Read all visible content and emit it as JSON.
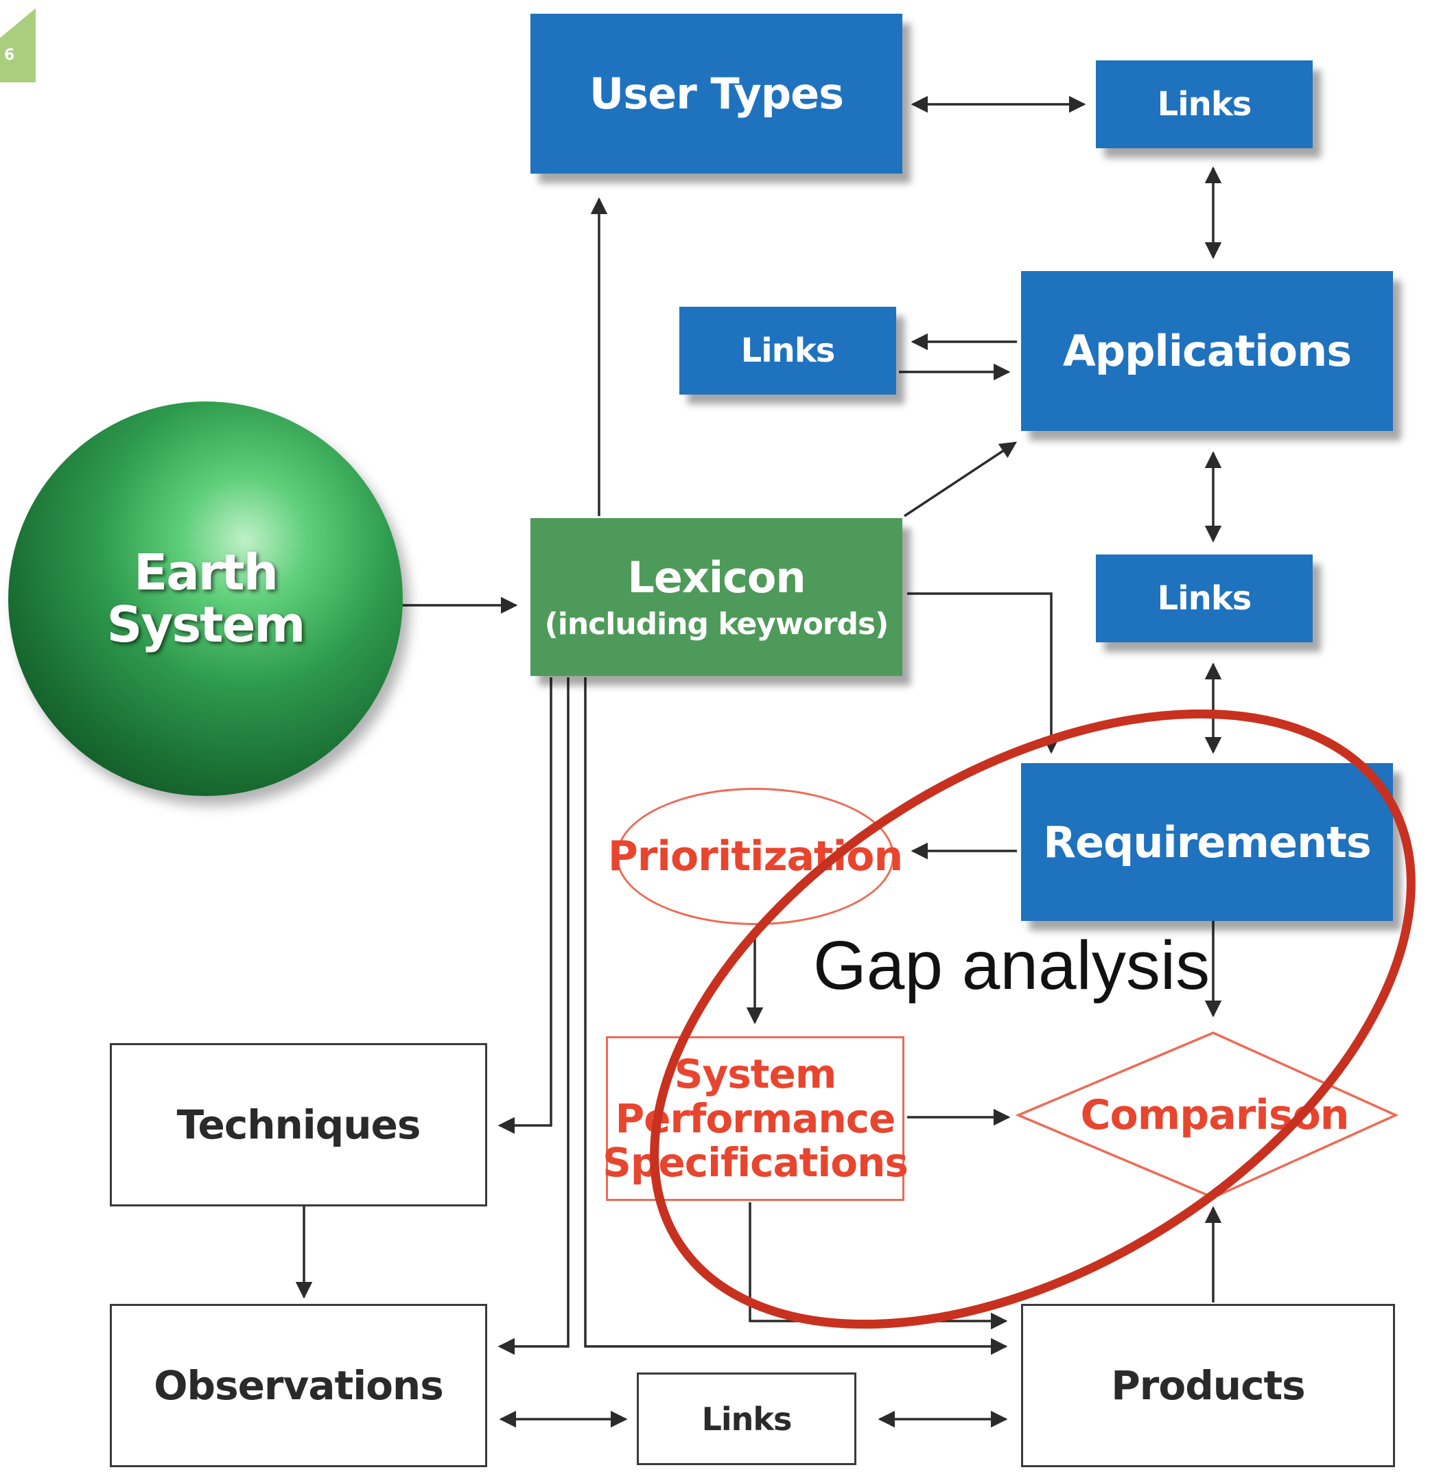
{
  "page_number": "6",
  "earth_system": {
    "line1": "Earth",
    "line2": "System"
  },
  "nodes": {
    "user_types": "User Types",
    "links_top": "Links",
    "links_apps": "Links",
    "applications": "Applications",
    "lexicon": {
      "title": "Lexicon",
      "subtitle": "(including keywords)"
    },
    "links_mid": "Links",
    "prioritization": "Prioritization",
    "requirements": "Requirements",
    "system_perf": {
      "line1": "System",
      "line2": "Performance",
      "line3": "Specifications"
    },
    "comparison": "Comparison",
    "techniques": "Techniques",
    "observations": "Observations",
    "links_bottom": "Links",
    "products": "Products"
  },
  "annotation": {
    "text": "Gap analysis",
    "color": "#c8311f"
  },
  "colors": {
    "blue": "#1f72be",
    "green": "#4e9a5a",
    "red": "#e8452f",
    "connector": "#2b2b2b"
  }
}
